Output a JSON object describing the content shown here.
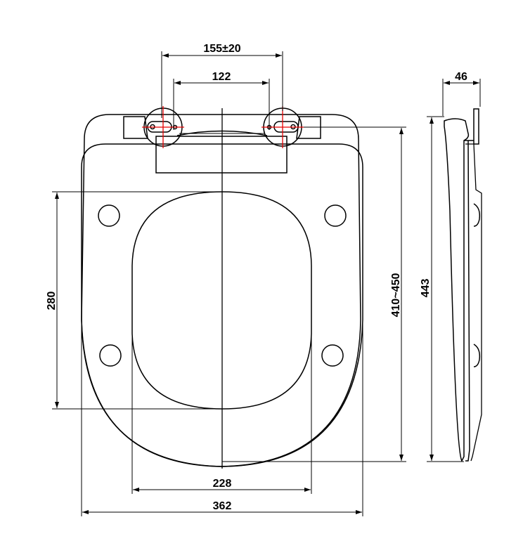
{
  "drawing": {
    "colors": {
      "line": "#000000",
      "hinge_mark": "#e60000",
      "background": "#ffffff"
    },
    "dimensions": {
      "hinge_range": "155±20",
      "hinge_center": "122",
      "inner_opening_length": "280",
      "inner_opening_width": "228",
      "overall_width": "362",
      "mount_to_front": "410~450",
      "side_length": "443",
      "side_thickness": "46"
    }
  }
}
